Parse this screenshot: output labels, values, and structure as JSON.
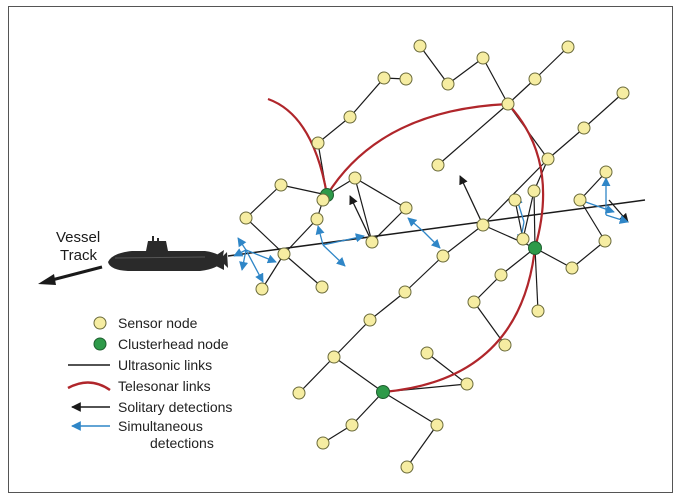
{
  "diagram": {
    "vessel_label_line1": "Vessel",
    "vessel_label_line2": "Track",
    "colors": {
      "sensor_fill": "#f6eda2",
      "clusterhead_fill": "#2e9a49",
      "ultrasonic_link": "#1a1a1a",
      "telesonar_link": "#b0262b",
      "solitary_arrow": "#1a1a1a",
      "simultaneous_arrow": "#2f86c7",
      "vessel_body": "#2a2a2a"
    }
  },
  "legend": {
    "sensor": "Sensor node",
    "clusterhead": "Clusterhead node",
    "ultrasonic": "Ultrasonic links",
    "telesonar": "Telesonar links",
    "solitary": "Solitary detections",
    "simultaneous_line1": "Simultaneous",
    "simultaneous_line2": "detections"
  }
}
